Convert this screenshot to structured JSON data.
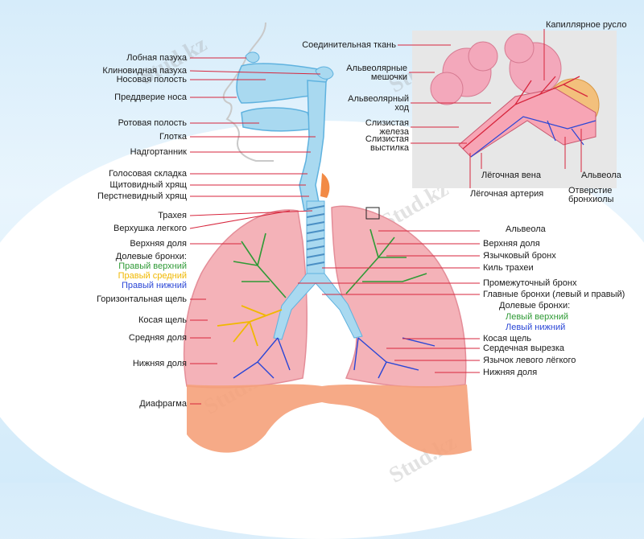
{
  "watermark": "Stud.kz",
  "left_labels": [
    {
      "id": "frontal-sinus",
      "text": "Лобная пазуха",
      "cls": ""
    },
    {
      "id": "sphenoid-sinus",
      "text": "Клиновидная пазуха",
      "cls": ""
    },
    {
      "id": "nasal-cavity",
      "text": "Носовая полость",
      "cls": ""
    },
    {
      "id": "nasal-vestibule",
      "text": "Преддверие носа",
      "cls": ""
    },
    {
      "id": "oral-cavity",
      "text": "Ротовая полость",
      "cls": ""
    },
    {
      "id": "pharynx",
      "text": "Глотка",
      "cls": ""
    },
    {
      "id": "epiglottis",
      "text": "Надгортанник",
      "cls": ""
    },
    {
      "id": "vocal-fold",
      "text": "Голосовая складка",
      "cls": ""
    },
    {
      "id": "thyroid-cartilage",
      "text": "Щитовидный хрящ",
      "cls": ""
    },
    {
      "id": "cricoid-cartilage",
      "text": "Перстневидный хрящ",
      "cls": ""
    },
    {
      "id": "trachea",
      "text": "Трахея",
      "cls": ""
    },
    {
      "id": "lung-apex",
      "text": "Верхушка легкого",
      "cls": ""
    },
    {
      "id": "upper-lobe-right",
      "text": "Верхняя доля",
      "cls": ""
    },
    {
      "id": "lobar-bronchi-right",
      "text": "Долевые бронхи:",
      "cls": ""
    },
    {
      "id": "right-upper",
      "text": "Правый верхний",
      "cls": "green"
    },
    {
      "id": "right-middle",
      "text": "Правый средний",
      "cls": "yellow"
    },
    {
      "id": "right-lower",
      "text": "Правый нижний",
      "cls": "blue"
    },
    {
      "id": "horizontal-fissure",
      "text": "Горизонтальная щель",
      "cls": ""
    },
    {
      "id": "oblique-fissure-right",
      "text": "Косая щель",
      "cls": ""
    },
    {
      "id": "middle-lobe",
      "text": "Средняя доля",
      "cls": ""
    },
    {
      "id": "lower-lobe-right",
      "text": "Нижняя доля",
      "cls": ""
    },
    {
      "id": "diaphragm",
      "text": "Диафрагма",
      "cls": ""
    }
  ],
  "top_labels": [
    {
      "id": "connective-tissue",
      "text": "Соединительная ткань"
    },
    {
      "id": "alveolar-sacs-1",
      "text": "Альвеолярные"
    },
    {
      "id": "alveolar-sacs-2",
      "text": "мешочки"
    },
    {
      "id": "alveolar-duct-1",
      "text": "Альвеолярный"
    },
    {
      "id": "alveolar-duct-2",
      "text": "ход"
    },
    {
      "id": "mucous-gland-1",
      "text": "Слизистая"
    },
    {
      "id": "mucous-gland-2",
      "text": "железа"
    },
    {
      "id": "mucosa-1",
      "text": "Слизистая"
    },
    {
      "id": "mucosa-2",
      "text": "выстилка"
    },
    {
      "id": "capillary-bed",
      "text": "Капиллярное русло"
    },
    {
      "id": "pulmonary-vein",
      "text": "Лёгочная вена"
    },
    {
      "id": "pulmonary-artery",
      "text": "Лёгочная артерия"
    },
    {
      "id": "alveolus-inset",
      "text": "Альвеола"
    },
    {
      "id": "bronchiole-opening-1",
      "text": "Отверстие"
    },
    {
      "id": "bronchiole-opening-2",
      "text": "бронхиолы"
    }
  ],
  "right_labels": [
    {
      "id": "alveolus",
      "text": "Альвеола",
      "cls": ""
    },
    {
      "id": "upper-lobe-left",
      "text": "Верхняя доля",
      "cls": ""
    },
    {
      "id": "lingular-bronchus",
      "text": "Язычковый бронх",
      "cls": ""
    },
    {
      "id": "carina",
      "text": "Киль трахеи",
      "cls": ""
    },
    {
      "id": "intermediate-bronchus",
      "text": "Промежуточный бронх",
      "cls": ""
    },
    {
      "id": "main-bronchi",
      "text": "Главные бронхи (левый и правый)",
      "cls": ""
    },
    {
      "id": "lobar-bronchi-left",
      "text": "Долевые бронхи:",
      "cls": ""
    },
    {
      "id": "left-upper",
      "text": "Левый верхний",
      "cls": "green"
    },
    {
      "id": "left-lower",
      "text": "Левый нижний",
      "cls": "blue"
    },
    {
      "id": "oblique-fissure-left",
      "text": "Косая щель",
      "cls": ""
    },
    {
      "id": "cardiac-notch",
      "text": "Сердечная вырезка",
      "cls": ""
    },
    {
      "id": "lingula",
      "text": "Язычок левого лёгкого",
      "cls": ""
    },
    {
      "id": "lower-lobe-left",
      "text": "Нижняя доля",
      "cls": ""
    }
  ],
  "colors": {
    "lung": "#f4b2b8",
    "lung_edge": "#e48d98",
    "airway": "#a9d9f0",
    "airway_edge": "#5fb2df",
    "diaphragm": "#f5a17a",
    "green": "#2f9a36",
    "yellow": "#f0b800",
    "blue": "#2a46d6",
    "leader": "#d7263d"
  }
}
